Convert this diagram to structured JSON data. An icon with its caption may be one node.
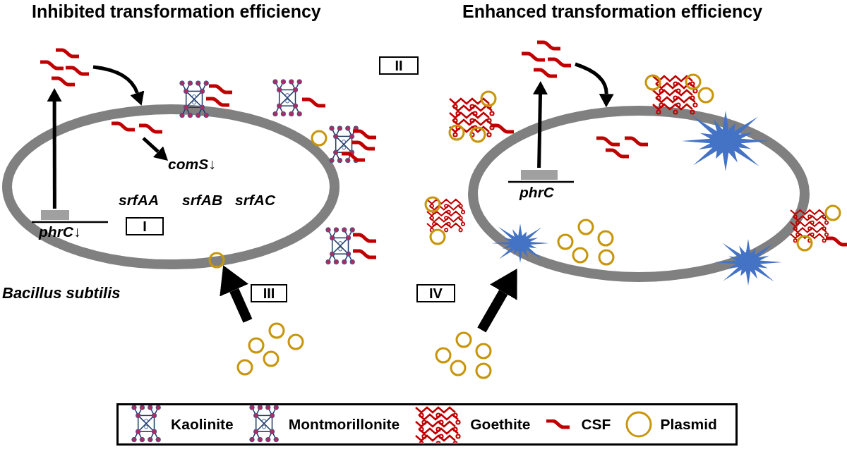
{
  "diagram": {
    "nodes": [
      {
        "text": [],
        "shape": "ellipse",
        "beside": [
          "Bacillus subtilis"
        ]
      },
      {
        "text": [],
        "shape": "picture"
      },
      {
        "text": [
          "phrC↓"
        ],
        "in": 0
      },
      {
        "text": [],
        "shape": "picture",
        "in": 0
      },
      {
        "text": [
          "comS↓"
        ],
        "in": 0
      },
      {
        "text": [
          "I"
        ],
        "in": 0
      },
      {
        "text": [
          "II"
        ]
      },
      {
        "text": [
          "III"
        ]
      },
      {
        "text": [],
        "shape": "picture"
      },
      {
        "text": [],
        "shape": "ellipse"
      },
      {
        "text": [],
        "shape": "picture"
      },
      {
        "text": [
          "phrC"
        ],
        "in": 9
      },
      {
        "text": [
          "IV"
        ]
      },
      {
        "text": [],
        "shape": "star",
        "in": 9
      },
      {
        "text": [],
        "shape": "picture"
      }
    ],
    "edges": [
      {
        "from": 2,
        "to": 1,
        "arrow": "to"
      },
      {
        "from": 1,
        "to": 0,
        "arrow": "to"
      },
      {
        "from": 3,
        "to": 4,
        "arrow": "to"
      },
      {
        "from": 8,
        "to": 0,
        "arrow": "to",
        "style": "thick"
      },
      {
        "from": 11,
        "to": 10,
        "arrow": "to"
      },
      {
        "from": 10,
        "to": 9,
        "arrow": "to"
      },
      {
        "from": 14,
        "to": 13,
        "arrow": "to",
        "style": "thick"
      }
    ],
    "labels": [
      "Inhibited transformation efficiency",
      "Enhanced transformation efficiency",
      "srfAA",
      "srfAB",
      "srfAC"
    ],
    "legend": [
      {
        "text": "Kaolinite"
      },
      {
        "text": "Montmorillonite"
      },
      {
        "text": "Goethite"
      },
      {
        "text": "CSF"
      },
      {
        "text": "Plasmid"
      }
    ]
  }
}
